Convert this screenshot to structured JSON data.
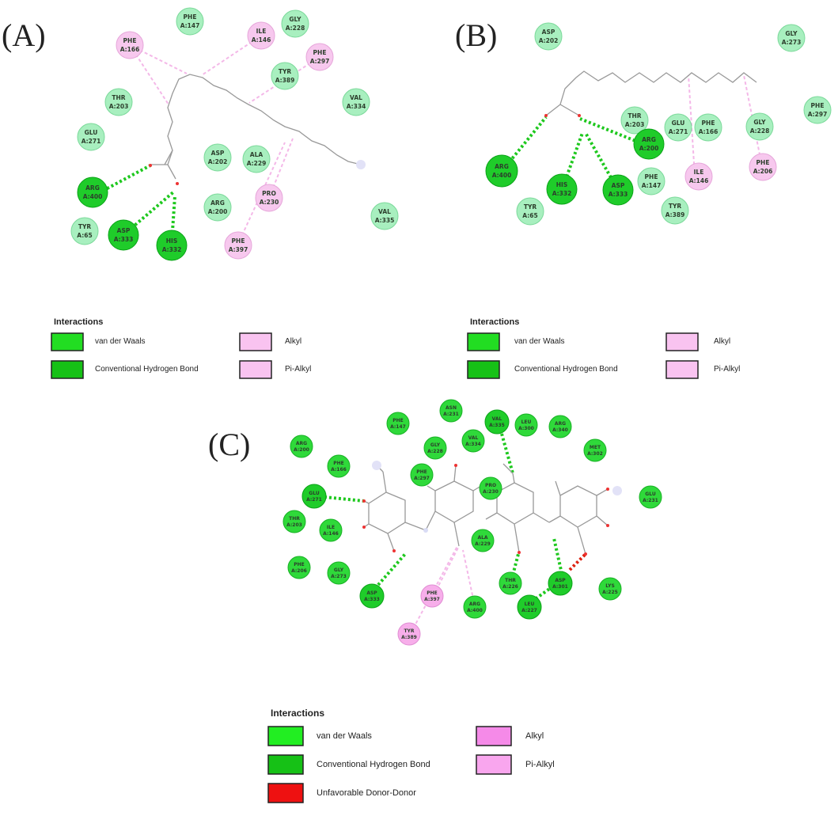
{
  "colors": {
    "vdw": "#22dd22",
    "hbond": "#16c116",
    "alkyl": "#f9c3f0",
    "unfavorable": "#ee1111",
    "vdw_circle": "#a6f0c0",
    "vdw_circle_dark": "#39c839",
    "alkyl_circle": "#f7c6ee"
  },
  "panels": [
    {
      "id": "A",
      "label": "(A)",
      "residues": [
        {
          "name": "PHE",
          "id": "A:147",
          "type": "vdw"
        },
        {
          "name": "ILE",
          "id": "A:146",
          "type": "alkyl"
        },
        {
          "name": "GLY",
          "id": "A:228",
          "type": "vdw"
        },
        {
          "name": "PHE",
          "id": "A:166",
          "type": "alkyl"
        },
        {
          "name": "PHE",
          "id": "A:297",
          "type": "alkyl"
        },
        {
          "name": "TYR",
          "id": "A:389",
          "type": "vdw"
        },
        {
          "name": "THR",
          "id": "A:203",
          "type": "vdw"
        },
        {
          "name": "VAL",
          "id": "A:334",
          "type": "vdw"
        },
        {
          "name": "GLU",
          "id": "A:271",
          "type": "vdw"
        },
        {
          "name": "ASP",
          "id": "A:202",
          "type": "vdw"
        },
        {
          "name": "ALA",
          "id": "A:229",
          "type": "vdw"
        },
        {
          "name": "ARG",
          "id": "A:400",
          "type": "hbond"
        },
        {
          "name": "PRO",
          "id": "A:230",
          "type": "alkyl"
        },
        {
          "name": "ARG",
          "id": "A:200",
          "type": "vdw"
        },
        {
          "name": "TYR",
          "id": "A:65",
          "type": "vdw"
        },
        {
          "name": "ASP",
          "id": "A:333",
          "type": "hbond"
        },
        {
          "name": "HIS",
          "id": "A:332",
          "type": "hbond"
        },
        {
          "name": "VAL",
          "id": "A:335",
          "type": "vdw"
        },
        {
          "name": "PHE",
          "id": "A:397",
          "type": "alkyl"
        }
      ],
      "legend": {
        "title": "Interactions",
        "items": [
          {
            "label": "van der Waals",
            "type": "vdw"
          },
          {
            "label": "Conventional Hydrogen Bond",
            "type": "hbond"
          },
          {
            "label": "Alkyl",
            "type": "alkyl"
          },
          {
            "label": "Pi-Alkyl",
            "type": "alkyl"
          }
        ]
      }
    },
    {
      "id": "B",
      "label": "(B)",
      "residues": [
        {
          "name": "ASP",
          "id": "A:202",
          "type": "vdw"
        },
        {
          "name": "GLY",
          "id": "A:273",
          "type": "vdw"
        },
        {
          "name": "THR",
          "id": "A:203",
          "type": "vdw"
        },
        {
          "name": "GLU",
          "id": "A:271",
          "type": "vdw"
        },
        {
          "name": "PHE",
          "id": "A:166",
          "type": "vdw"
        },
        {
          "name": "GLY",
          "id": "A:228",
          "type": "vdw"
        },
        {
          "name": "PHE",
          "id": "A:297",
          "type": "vdw"
        },
        {
          "name": "ARG",
          "id": "A:200",
          "type": "hbond"
        },
        {
          "name": "ARG",
          "id": "A:400",
          "type": "hbond"
        },
        {
          "name": "HIS",
          "id": "A:332",
          "type": "hbond"
        },
        {
          "name": "ASP",
          "id": "A:333",
          "type": "hbond"
        },
        {
          "name": "PHE",
          "id": "A:147",
          "type": "vdw"
        },
        {
          "name": "ILE",
          "id": "A:146",
          "type": "alkyl"
        },
        {
          "name": "PHE",
          "id": "A:206",
          "type": "alkyl"
        },
        {
          "name": "TYR",
          "id": "A:65",
          "type": "vdw"
        },
        {
          "name": "TYR",
          "id": "A:389",
          "type": "vdw"
        }
      ],
      "legend": {
        "title": "Interactions",
        "items": [
          {
            "label": "van der Waals",
            "type": "vdw"
          },
          {
            "label": "Conventional Hydrogen Bond",
            "type": "hbond"
          },
          {
            "label": "Alkyl",
            "type": "alkyl"
          },
          {
            "label": "Pi-Alkyl",
            "type": "alkyl"
          }
        ]
      }
    },
    {
      "id": "C",
      "label": "(C)",
      "residues": [
        {
          "name": "PHE",
          "id": "A:147",
          "type": "vdw"
        },
        {
          "name": "ASN",
          "id": "A:231",
          "type": "vdw"
        },
        {
          "name": "VAL",
          "id": "A:335",
          "type": "hbond"
        },
        {
          "name": "LEU",
          "id": "A:300",
          "type": "vdw"
        },
        {
          "name": "ARG",
          "id": "A:340",
          "type": "vdw"
        },
        {
          "name": "ARG",
          "id": "A:200",
          "type": "vdw"
        },
        {
          "name": "GLY",
          "id": "A:228",
          "type": "vdw"
        },
        {
          "name": "VAL",
          "id": "A:334",
          "type": "vdw"
        },
        {
          "name": "MET",
          "id": "A:302",
          "type": "vdw"
        },
        {
          "name": "PHE",
          "id": "A:166",
          "type": "vdw"
        },
        {
          "name": "PHE",
          "id": "A:297",
          "type": "vdw"
        },
        {
          "name": "PRO",
          "id": "A:230",
          "type": "vdw"
        },
        {
          "name": "GLU",
          "id": "A:271",
          "type": "hbond"
        },
        {
          "name": "GLU",
          "id": "A:231",
          "type": "vdw"
        },
        {
          "name": "THR",
          "id": "A:203",
          "type": "vdw"
        },
        {
          "name": "ILE",
          "id": "A:146",
          "type": "vdw"
        },
        {
          "name": "ALA",
          "id": "A:229",
          "type": "vdw"
        },
        {
          "name": "PHE",
          "id": "A:206",
          "type": "vdw"
        },
        {
          "name": "GLY",
          "id": "A:273",
          "type": "vdw"
        },
        {
          "name": "THR",
          "id": "A:226",
          "type": "vdw"
        },
        {
          "name": "ASP",
          "id": "A:301",
          "type": "hbond"
        },
        {
          "name": "LYS",
          "id": "A:225",
          "type": "vdw"
        },
        {
          "name": "ASP",
          "id": "A:333",
          "type": "hbond"
        },
        {
          "name": "PHE",
          "id": "A:397",
          "type": "alkyl"
        },
        {
          "name": "ARG",
          "id": "A:400",
          "type": "vdw"
        },
        {
          "name": "LEU",
          "id": "A:227",
          "type": "hbond"
        },
        {
          "name": "TYR",
          "id": "A:389",
          "type": "alkyl"
        }
      ],
      "legend": {
        "title": "Interactions",
        "items": [
          {
            "label": "van der Waals",
            "type": "vdw"
          },
          {
            "label": "Conventional Hydrogen Bond",
            "type": "hbond"
          },
          {
            "label": "Unfavorable Donor-Donor",
            "type": "unfavorable"
          },
          {
            "label": "Alkyl",
            "type": "alkyl"
          },
          {
            "label": "Pi-Alkyl",
            "type": "alkyl"
          }
        ]
      }
    }
  ]
}
